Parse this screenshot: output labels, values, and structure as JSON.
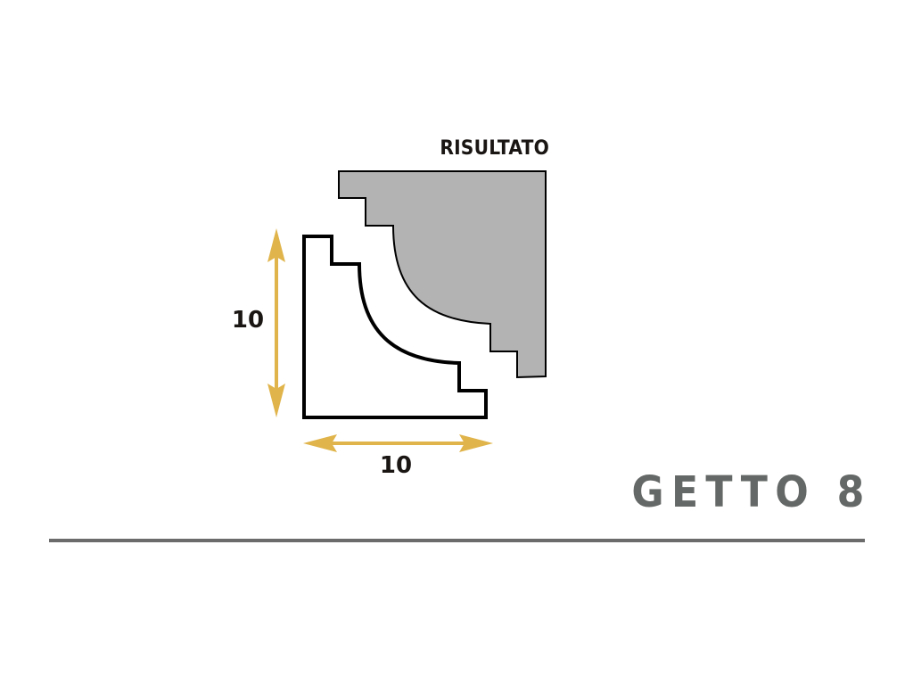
{
  "diagram": {
    "result_label": "RISULTATO",
    "dimension_vertical": "10",
    "dimension_horizontal": "10",
    "title": "GETTO 8",
    "shapes": [
      {
        "name": "mold-profile",
        "fill": "#ffffff",
        "stroke": "#000000"
      },
      {
        "name": "result-profile",
        "fill": "#b3b3b3",
        "stroke": "#000000"
      }
    ]
  },
  "colors": {
    "arrow": "#e0b44a",
    "title": "#646866",
    "rule": "#6b6b6b",
    "result_fill": "#b3b3b3",
    "text_dark": "#1a1614"
  }
}
